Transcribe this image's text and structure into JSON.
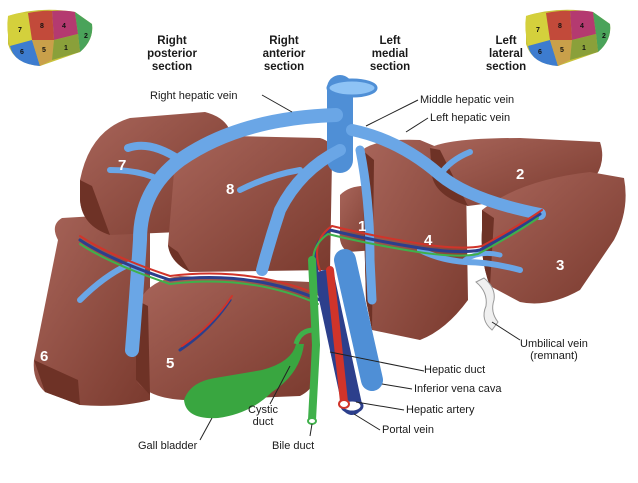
{
  "sections": [
    {
      "line1": "Right",
      "line2": "posterior",
      "line3": "section"
    },
    {
      "line1": "Right",
      "line2": "anterior",
      "line3": "section"
    },
    {
      "line1": "Left",
      "line2": "medial",
      "line3": "section"
    },
    {
      "line1": "Left",
      "line2": "lateral",
      "line3": "section"
    }
  ],
  "labels": {
    "right_hepatic_vein": "Right hepatic vein",
    "middle_hepatic_vein": "Middle hepatic vein",
    "left_hepatic_vein": "Left hepatic vein",
    "umbilical_vein_1": "Umbilical vein",
    "umbilical_vein_2": "(remnant)",
    "hepatic_duct": "Hepatic duct",
    "inferior_vena_cava": "Inferior vena cava",
    "hepatic_artery": "Hepatic artery",
    "portal_vein": "Portal vein",
    "bile_duct": "Bile duct",
    "gall_bladder": "Gall bladder",
    "cystic_duct_1": "Cystic",
    "cystic_duct_2": "duct"
  },
  "segments": [
    "1",
    "2",
    "3",
    "4",
    "5",
    "6",
    "7",
    "8"
  ],
  "colors": {
    "liver": "#8c4a3c",
    "liver_light": "#a8655a",
    "vein": "#6aa6e6",
    "artery": "#d0342a",
    "bile": "#3fb04a",
    "portal": "#2c3f8c"
  }
}
